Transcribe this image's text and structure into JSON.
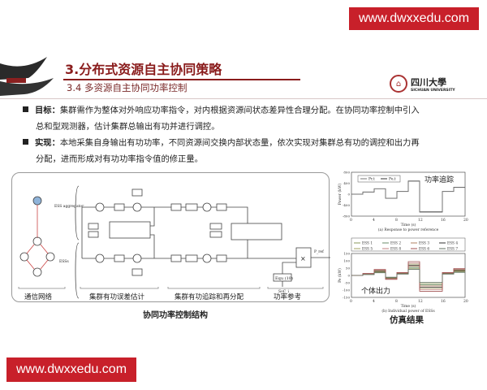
{
  "watermark_top": "www.dwxxedu.com",
  "watermark_bottom": "www.dwxxedu.com",
  "header": {
    "title": "3.分布式资源自主协同策略",
    "subtitle": "3.4 多资源自主协同功率控制",
    "logo": {
      "cn": "四川大學",
      "en": "SICHUAN UNIVERSITY"
    }
  },
  "bullets": [
    {
      "label": "目标：",
      "line1": "集群需作为整体对外响应功率指令，对内根据资源间状态差异性合理分配。在协同功率控制中引入",
      "line2": "总和型观测器，估计集群总输出有功并进行调控。"
    },
    {
      "label": "实现：",
      "line1": "本地采集自身输出有功功率，不同资源间交换内部状态量，依次实现对集群总有功的调控和出力再",
      "line2": "分配，进而形成对有功功率指令值的修正量。"
    }
  ],
  "diagram": {
    "caption": "协同功率控制结构",
    "labels": {
      "aggregator": "ESS aggregator",
      "esss": "ESSs",
      "eq": "Equ (10)",
      "times": "×",
      "soc": "SoC_i",
      "pref": "P_ref",
      "sections": [
        "通信网络",
        "集群有功误差估计",
        "集群有功追踪和再分配",
        "功率参考"
      ]
    }
  },
  "results": {
    "caption": "仿真结果",
    "power": {
      "annotation": "功率追踪",
      "ylabel": "Power (kW)",
      "xlabel": "Time (s)",
      "caption": "(a) Response to power reference",
      "legend": [
        "Pr,t",
        "Pe,t"
      ],
      "xticks": [
        0,
        4,
        8,
        12,
        16,
        20
      ],
      "yticks": [
        -800,
        -400,
        0,
        400,
        800
      ],
      "steps": [
        [
          0,
          0
        ],
        [
          2,
          80
        ],
        [
          4,
          200
        ],
        [
          6,
          -150
        ],
        [
          8,
          100
        ],
        [
          10,
          480
        ],
        [
          12,
          -650
        ],
        [
          16,
          100
        ],
        [
          18,
          250
        ],
        [
          20,
          250
        ]
      ]
    },
    "ess": {
      "annotation": "个体出力",
      "ylabel": "Pe (kW)",
      "xlabel": "Time (s)",
      "caption": "(b) Individual power of ESSs",
      "legend": [
        "ESS 1",
        "ESS 2",
        "ESS 3",
        "ESS 4",
        "ESS 5",
        "ESS 8",
        "ESS 6",
        "ESS 7"
      ],
      "xticks": [
        0,
        4,
        8,
        12,
        16,
        20
      ],
      "yticks": [
        -150,
        -100,
        -50,
        0,
        50,
        100,
        150
      ],
      "steps": [
        [
          0,
          0
        ],
        [
          2,
          10
        ],
        [
          4,
          30
        ],
        [
          6,
          -20
        ],
        [
          8,
          15
        ],
        [
          10,
          70
        ],
        [
          12,
          -80
        ],
        [
          16,
          15
        ],
        [
          18,
          35
        ],
        [
          20,
          35
        ]
      ],
      "factors": [
        0.7,
        0.8,
        0.9,
        1.0,
        1.1,
        1.2,
        1.35,
        0.6
      ]
    }
  }
}
